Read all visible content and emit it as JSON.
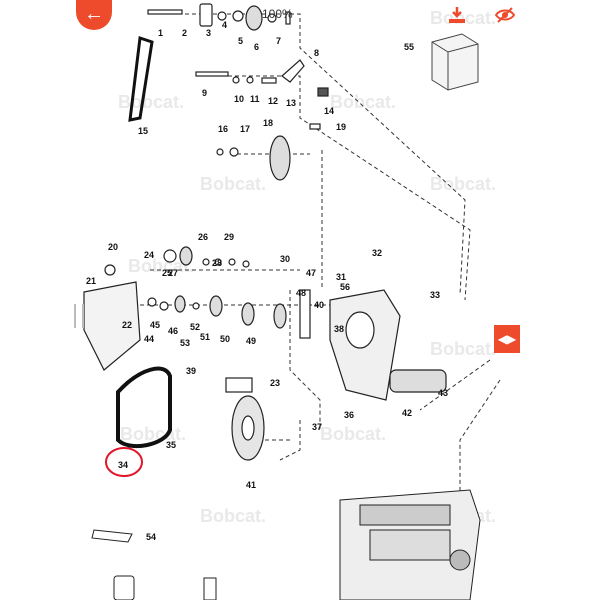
{
  "toolbar": {
    "back_icon": "arrow-left-icon",
    "zoom_label": "100%",
    "download_icon": "download-icon",
    "hide_icon": "eye-off-icon",
    "side_tab_icon": "expand-horizontal-icon",
    "accent_color": "#ee4a2c"
  },
  "watermark": {
    "text": "Bobcat."
  },
  "diagram": {
    "highlight_color": "#e0162b",
    "callouts": [
      "1",
      "2",
      "3",
      "4",
      "5",
      "6",
      "7",
      "8",
      "9",
      "10",
      "11",
      "12",
      "13",
      "14",
      "15",
      "16",
      "17",
      "18",
      "19",
      "20",
      "21",
      "22",
      "23",
      "24",
      "25",
      "26",
      "27",
      "28",
      "29",
      "30",
      "31",
      "32",
      "33",
      "34",
      "35",
      "36",
      "37",
      "38",
      "39",
      "40",
      "41",
      "42",
      "43",
      "44",
      "45",
      "46",
      "47",
      "48",
      "49",
      "50",
      "51",
      "52",
      "53",
      "54",
      "55",
      "56"
    ],
    "highlighted_callout": "34"
  }
}
